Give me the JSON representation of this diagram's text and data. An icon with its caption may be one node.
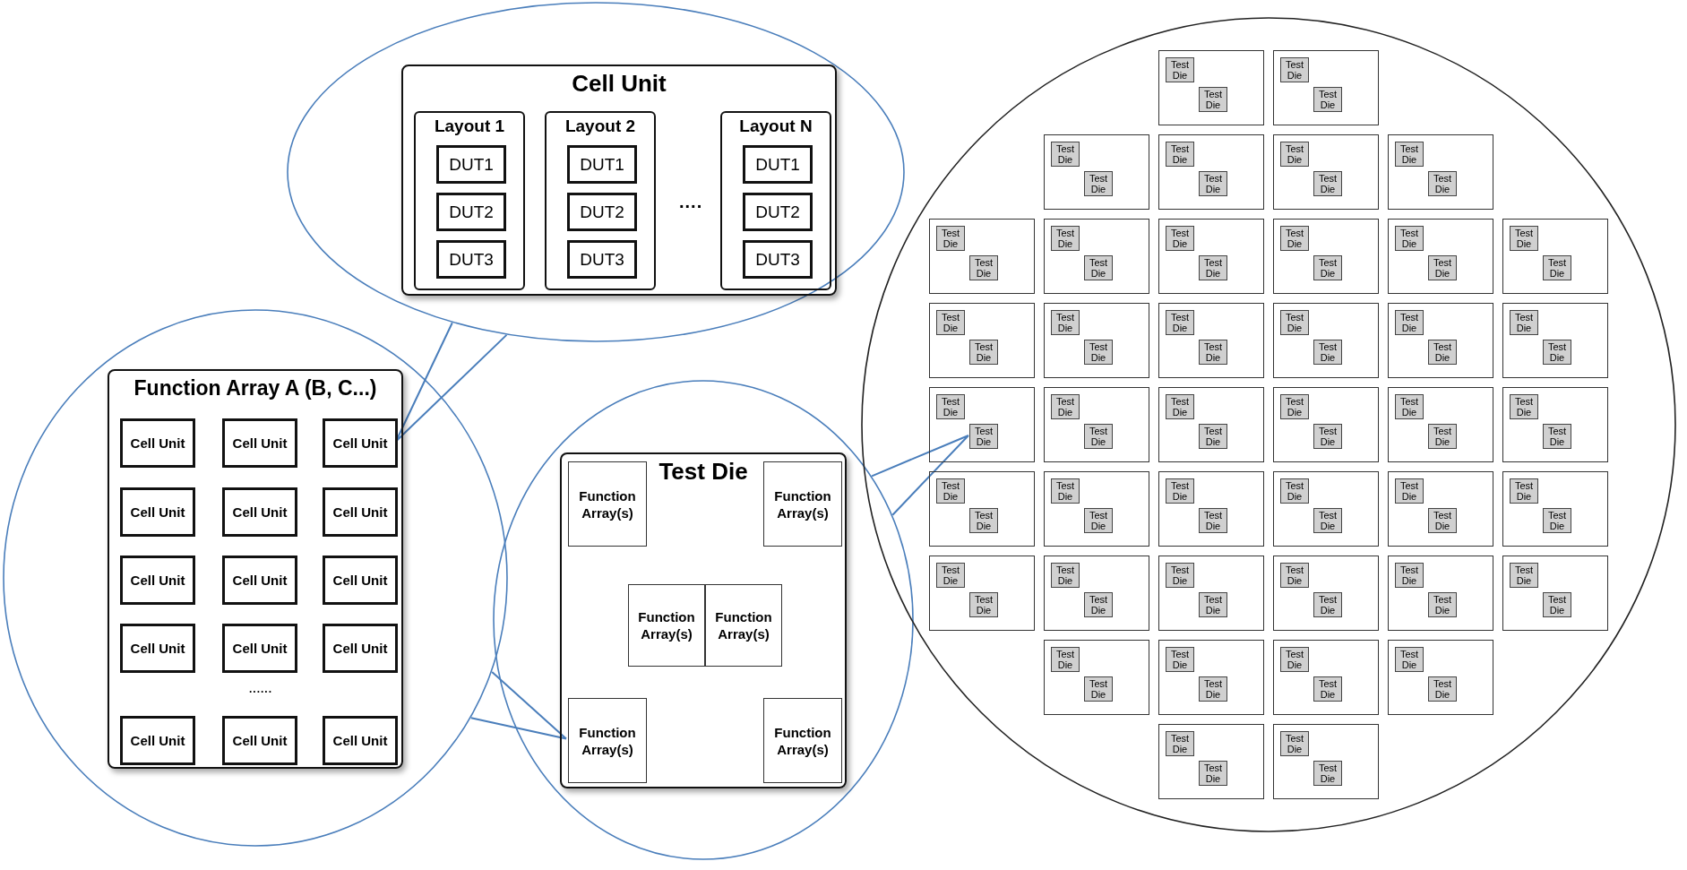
{
  "diagram": {
    "nodes": [
      {
        "text": [],
        "shape": "ellipse"
      },
      {
        "text": [
          "Cell Unit"
        ],
        "in": 0
      },
      {
        "text": [
          "Layout 1"
        ],
        "in": 1
      },
      {
        "text": [
          "DUT1"
        ],
        "in": 2
      },
      {
        "text": [
          "DUT2"
        ],
        "in": 2
      },
      {
        "text": [
          "DUT3"
        ],
        "in": 2
      },
      {
        "text": [
          "Layout 2"
        ],
        "in": 1
      },
      {
        "text": [
          "DUT1"
        ],
        "in": 6
      },
      {
        "text": [
          "DUT2"
        ],
        "in": 6
      },
      {
        "text": [
          "DUT3"
        ],
        "in": 6
      },
      {
        "text": [
          "Layout N"
        ],
        "in": 1
      },
      {
        "text": [
          "DUT1"
        ],
        "in": 10
      },
      {
        "text": [
          "DUT2"
        ],
        "in": 10
      },
      {
        "text": [
          "DUT3"
        ],
        "in": 10
      },
      {
        "text": [],
        "shape": "ellipse"
      },
      {
        "text": [
          "Function Array A (B, C...)"
        ],
        "in": 14
      },
      {
        "text": [
          "Cell Unit"
        ],
        "in": 15
      },
      {
        "text": [
          "Cell Unit"
        ],
        "in": 15
      },
      {
        "text": [
          "Cell Unit"
        ],
        "in": 15
      },
      {
        "text": [
          "Cell Unit"
        ],
        "in": 15
      },
      {
        "text": [
          "Cell Unit"
        ],
        "in": 15
      },
      {
        "text": [
          "Cell Unit"
        ],
        "in": 15
      },
      {
        "text": [
          "Cell Unit"
        ],
        "in": 15
      },
      {
        "text": [
          "Cell Unit"
        ],
        "in": 15
      },
      {
        "text": [
          "Cell Unit"
        ],
        "in": 15
      },
      {
        "text": [
          "Cell Unit"
        ],
        "in": 15
      },
      {
        "text": [
          "Cell Unit"
        ],
        "in": 15
      },
      {
        "text": [
          "Cell Unit"
        ],
        "in": 15
      },
      {
        "text": [
          "Cell Unit"
        ],
        "in": 15
      },
      {
        "text": [
          "Cell Unit"
        ],
        "in": 15
      },
      {
        "text": [
          "Cell Unit"
        ],
        "in": 15
      },
      {
        "text": [],
        "shape": "ellipse"
      },
      {
        "text": [
          "Test Die"
        ],
        "in": 31
      },
      {
        "text": [
          "Function Array(s)"
        ],
        "in": 32
      },
      {
        "text": [
          "Function Array(s)"
        ],
        "in": 32
      },
      {
        "text": [
          "Function Array(s)"
        ],
        "in": 32
      },
      {
        "text": [
          "Function Array(s)"
        ],
        "in": 32
      },
      {
        "text": [
          "Function Array(s)"
        ],
        "in": 32
      },
      {
        "text": [
          "Function Array(s)"
        ],
        "in": 32
      },
      {
        "text": [],
        "shape": "circle"
      },
      {
        "text": [],
        "shape": "box",
        "in": 39
      },
      {
        "text": [
          "Test Die"
        ],
        "in": 40
      },
      {
        "text": [
          "Test Die"
        ],
        "in": 40
      },
      {
        "text": [],
        "shape": "box",
        "in": 39
      },
      {
        "text": [
          "Test Die"
        ],
        "in": 43
      },
      {
        "text": [
          "Test Die"
        ],
        "in": 43
      },
      {
        "text": [],
        "shape": "box",
        "in": 39
      },
      {
        "text": [
          "Test Die"
        ],
        "in": 46
      },
      {
        "text": [
          "Test Die"
        ],
        "in": 46
      },
      {
        "text": [],
        "shape": "box",
        "in": 39
      },
      {
        "text": [
          "Test Die"
        ],
        "in": 49
      },
      {
        "text": [
          "Test Die"
        ],
        "in": 49
      },
      {
        "text": [],
        "shape": "box",
        "in": 39
      },
      {
        "text": [
          "Test Die"
        ],
        "in": 52
      },
      {
        "text": [
          "Test Die"
        ],
        "in": 52
      },
      {
        "text": [],
        "shape": "box",
        "in": 39
      },
      {
        "text": [
          "Test Die"
        ],
        "in": 55
      },
      {
        "text": [
          "Test Die"
        ],
        "in": 55
      },
      {
        "text": [],
        "shape": "box",
        "in": 39
      },
      {
        "text": [
          "Test Die"
        ],
        "in": 58
      },
      {
        "text": [
          "Test Die"
        ],
        "in": 58
      },
      {
        "text": [],
        "shape": "box",
        "in": 39
      },
      {
        "text": [
          "Test Die"
        ],
        "in": 61
      },
      {
        "text": [
          "Test Die"
        ],
        "in": 61
      },
      {
        "text": [],
        "shape": "box",
        "in": 39
      },
      {
        "text": [
          "Test Die"
        ],
        "in": 64
      },
      {
        "text": [
          "Test Die"
        ],
        "in": 64
      },
      {
        "text": [],
        "shape": "box",
        "in": 39
      },
      {
        "text": [
          "Test Die"
        ],
        "in": 67
      },
      {
        "text": [
          "Test Die"
        ],
        "in": 67
      },
      {
        "text": [],
        "shape": "box",
        "in": 39
      },
      {
        "text": [
          "Test Die"
        ],
        "in": 70
      },
      {
        "text": [
          "Test Die"
        ],
        "in": 70
      },
      {
        "text": [],
        "shape": "box",
        "in": 39
      },
      {
        "text": [
          "Test Die"
        ],
        "in": 73
      },
      {
        "text": [
          "Test Die"
        ],
        "in": 73
      },
      {
        "text": [],
        "shape": "box",
        "in": 39
      },
      {
        "text": [
          "Test Die"
        ],
        "in": 76
      },
      {
        "text": [
          "Test Die"
        ],
        "in": 76
      },
      {
        "text": [],
        "shape": "box",
        "in": 39
      },
      {
        "text": [
          "Test Die"
        ],
        "in": 79
      },
      {
        "text": [
          "Test Die"
        ],
        "in": 79
      },
      {
        "text": [],
        "shape": "box",
        "in": 39
      },
      {
        "text": [
          "Test Die"
        ],
        "in": 82
      },
      {
        "text": [
          "Test Die"
        ],
        "in": 82
      },
      {
        "text": [],
        "shape": "box",
        "in": 39
      },
      {
        "text": [
          "Test Die"
        ],
        "in": 85
      },
      {
        "text": [
          "Test Die"
        ],
        "in": 85
      },
      {
        "text": [],
        "shape": "box",
        "in": 39
      },
      {
        "text": [
          "Test Die"
        ],
        "in": 88
      },
      {
        "text": [
          "Test Die"
        ],
        "in": 88
      },
      {
        "text": [],
        "shape": "box",
        "in": 39
      },
      {
        "text": [
          "Test Die"
        ],
        "in": 91
      },
      {
        "text": [
          "Test Die"
        ],
        "in": 91
      },
      {
        "text": [],
        "shape": "box",
        "in": 39
      },
      {
        "text": [
          "Test Die"
        ],
        "in": 94
      },
      {
        "text": [
          "Test Die"
        ],
        "in": 94
      },
      {
        "text": [],
        "shape": "box",
        "in": 39
      },
      {
        "text": [
          "Test Die"
        ],
        "in": 97
      },
      {
        "text": [
          "Test Die"
        ],
        "in": 97
      },
      {
        "text": [],
        "shape": "box",
        "in": 39
      },
      {
        "text": [
          "Test Die"
        ],
        "in": 100
      },
      {
        "text": [
          "Test Die"
        ],
        "in": 100
      },
      {
        "text": [],
        "shape": "box",
        "in": 39
      },
      {
        "text": [
          "Test Die"
        ],
        "in": 103
      },
      {
        "text": [
          "Test Die"
        ],
        "in": 103
      },
      {
        "text": [],
        "shape": "box",
        "in": 39
      },
      {
        "text": [
          "Test Die"
        ],
        "in": 106
      },
      {
        "text": [
          "Test Die"
        ],
        "in": 106
      },
      {
        "text": [],
        "shape": "box",
        "in": 39
      },
      {
        "text": [
          "Test Die"
        ],
        "in": 109
      },
      {
        "text": [
          "Test Die"
        ],
        "in": 109
      },
      {
        "text": [],
        "shape": "box",
        "in": 39
      },
      {
        "text": [
          "Test Die"
        ],
        "in": 112
      },
      {
        "text": [
          "Test Die"
        ],
        "in": 112
      },
      {
        "text": [],
        "shape": "box",
        "in": 39
      },
      {
        "text": [
          "Test Die"
        ],
        "in": 115
      },
      {
        "text": [
          "Test Die"
        ],
        "in": 115
      },
      {
        "text": [],
        "shape": "box",
        "in": 39
      },
      {
        "text": [
          "Test Die"
        ],
        "in": 118
      },
      {
        "text": [
          "Test Die"
        ],
        "in": 118
      },
      {
        "text": [],
        "shape": "box",
        "in": 39
      },
      {
        "text": [
          "Test Die"
        ],
        "in": 121
      },
      {
        "text": [
          "Test Die"
        ],
        "in": 121
      },
      {
        "text": [],
        "shape": "box",
        "in": 39
      },
      {
        "text": [
          "Test Die"
        ],
        "in": 124
      },
      {
        "text": [
          "Test Die"
        ],
        "in": 124
      },
      {
        "text": [],
        "shape": "box",
        "in": 39
      },
      {
        "text": [
          "Test Die"
        ],
        "in": 127
      },
      {
        "text": [
          "Test Die"
        ],
        "in": 127
      },
      {
        "text": [],
        "shape": "box",
        "in": 39
      },
      {
        "text": [
          "Test Die"
        ],
        "in": 130
      },
      {
        "text": [
          "Test Die"
        ],
        "in": 130
      },
      {
        "text": [],
        "shape": "box",
        "in": 39
      },
      {
        "text": [
          "Test Die"
        ],
        "in": 133
      },
      {
        "text": [
          "Test Die"
        ],
        "in": 133
      },
      {
        "text": [],
        "shape": "box",
        "in": 39
      },
      {
        "text": [
          "Test Die"
        ],
        "in": 136
      },
      {
        "text": [
          "Test Die"
        ],
        "in": 136
      },
      {
        "text": [],
        "shape": "box",
        "in": 39
      },
      {
        "text": [
          "Test Die"
        ],
        "in": 139
      },
      {
        "text": [
          "Test Die"
        ],
        "in": 139
      },
      {
        "text": [],
        "shape": "box",
        "in": 39
      },
      {
        "text": [
          "Test Die"
        ],
        "in": 142
      },
      {
        "text": [
          "Test Die"
        ],
        "in": 142
      },
      {
        "text": [],
        "shape": "box",
        "in": 39
      },
      {
        "text": [
          "Test Die"
        ],
        "in": 145
      },
      {
        "text": [
          "Test Die"
        ],
        "in": 145
      },
      {
        "text": [],
        "shape": "box",
        "in": 39
      },
      {
        "text": [
          "Test Die"
        ],
        "in": 148
      },
      {
        "text": [
          "Test Die"
        ],
        "in": 148
      },
      {
        "text": [],
        "shape": "box",
        "in": 39
      },
      {
        "text": [
          "Test Die"
        ],
        "in": 151
      },
      {
        "text": [
          "Test Die"
        ],
        "in": 151
      },
      {
        "text": [],
        "shape": "box",
        "in": 39
      },
      {
        "text": [
          "Test Die"
        ],
        "in": 154
      },
      {
        "text": [
          "Test Die"
        ],
        "in": 154
      },
      {
        "text": [],
        "shape": "box",
        "in": 39
      },
      {
        "text": [
          "Test Die"
        ],
        "in": 157
      },
      {
        "text": [
          "Test Die"
        ],
        "in": 157
      },
      {
        "text": [],
        "shape": "box",
        "in": 39
      },
      {
        "text": [
          "Test Die"
        ],
        "in": 160
      },
      {
        "text": [
          "Test Die"
        ],
        "in": 160
      },
      {
        "text": [],
        "shape": "box",
        "in": 39
      },
      {
        "text": [
          "Test Die"
        ],
        "in": 163
      },
      {
        "text": [
          "Test Die"
        ],
        "in": 163
      }
    ],
    "edges": [
      {
        "from": 96,
        "to": 31,
        "arrow": "none"
      },
      {
        "from": 37,
        "to": 14,
        "arrow": "none"
      },
      {
        "from": 18,
        "to": 0,
        "arrow": "none"
      }
    ],
    "labels": [
      "....",
      "......"
    ]
  }
}
